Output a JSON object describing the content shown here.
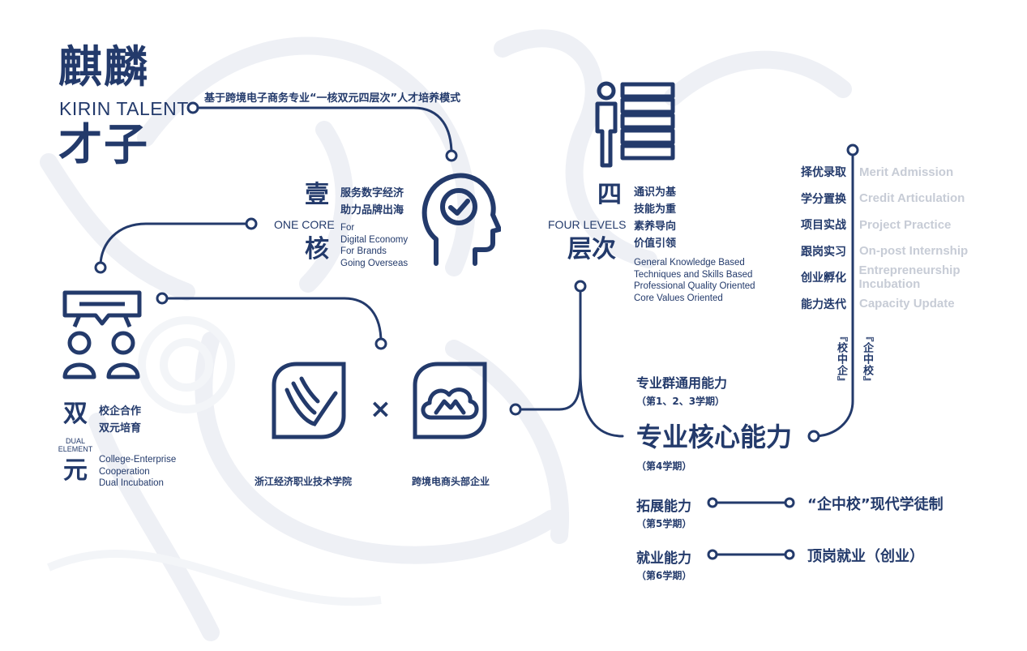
{
  "title": {
    "line1": "麒麟",
    "en": "KIRIN TALENT",
    "line2": "才子"
  },
  "mode_caption": "基于跨境电子商务专业“一核双元四层次”人才培养模式",
  "core": {
    "char1": "壹",
    "char2": "核",
    "en_label": "ONE CORE",
    "cn_lines": [
      "服务数字经济",
      "助力品牌出海"
    ],
    "en_lines": [
      "For",
      "Digital Economy",
      "For Brands",
      "Going Overseas"
    ]
  },
  "levels": {
    "char1": "四",
    "char2": "层次",
    "en_label": "FOUR LEVELS",
    "cn_lines": [
      "通识为基",
      "技能为重",
      "素养导向",
      "价值引领"
    ],
    "en_lines": [
      "General Knowledge Based",
      "Techniques and Skills Based",
      "Professional Quality Oriented",
      "Core Values Oriented"
    ]
  },
  "dual": {
    "char1": "双",
    "char2": "元",
    "en_label_1": "DUAL",
    "en_label_2": "ELEMENT",
    "cn_lines": [
      "校企合作",
      "双元培育"
    ],
    "en_lines": [
      "College-Enterprise",
      "Cooperation",
      "Dual Incubation"
    ]
  },
  "partners": {
    "college": "浙江经济职业技术学院",
    "times": "×",
    "enterprise": "跨境电商头部企业"
  },
  "steps": [
    {
      "cn": "择优录取",
      "en": "Merit Admission"
    },
    {
      "cn": "学分置换",
      "en": "Credit Articulation"
    },
    {
      "cn": "项目实战",
      "en": "Project Practice"
    },
    {
      "cn": "跟岗实习",
      "en": "On-post Internship"
    },
    {
      "cn": "创业孵化",
      "en": "Entrepreneurship Incubation"
    },
    {
      "cn": "能力迭代",
      "en": "Capacity Update"
    }
  ],
  "vertical_labels": {
    "a": "『校中企』",
    "b": "『企中校』"
  },
  "abilities": {
    "general": {
      "title": "专业群通用能力",
      "term": "（第1、2、3学期）"
    },
    "core": {
      "title": "专业核心能力",
      "term": "（第4学期）"
    },
    "extend": {
      "title": "拓展能力",
      "term": "（第5学期）",
      "result": "“企中校”现代学徒制"
    },
    "employ": {
      "title": "就业能力",
      "term": "（第6学期）",
      "result": "顶岗就业（创业）"
    }
  },
  "colors": {
    "navy": "#233a6b",
    "muted": "#c7ccd6",
    "watermark": "#eef0f5"
  },
  "icons": [
    "head-check-icon",
    "person-levels-icon",
    "audience-icon",
    "college-logo-icon",
    "enterprise-cloud-icon"
  ]
}
